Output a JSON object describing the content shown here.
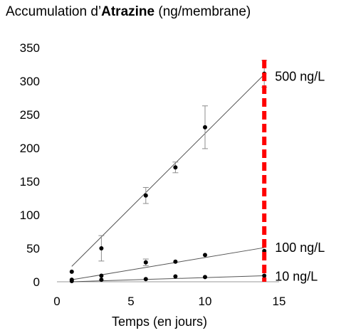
{
  "title": {
    "prefix": "Accumulation d’",
    "bold": "Atrazine",
    "suffix": " (ng/membrane)"
  },
  "colors": {
    "marker": "#000000",
    "trend": "#555555",
    "error_bar": "#8c8c8c",
    "axis": "#9a9a9a",
    "highlight": "#ff0000"
  },
  "chart_data": {
    "type": "scatter",
    "title": "Accumulation d’Atrazine (ng/membrane)",
    "xlabel": "Temps (en jours)",
    "ylabel": "",
    "xlim": [
      0,
      15
    ],
    "ylim": [
      0,
      350
    ],
    "x_ticks": [
      0,
      5,
      10,
      15
    ],
    "y_ticks": [
      0,
      50,
      100,
      150,
      200,
      250,
      300,
      350
    ],
    "grid": false,
    "legend": "none",
    "highlight_line": {
      "x": 14,
      "style": "dashed",
      "color": "#ff0000"
    },
    "series": [
      {
        "name": "500 ng/L",
        "x": [
          1,
          3,
          6,
          8,
          10,
          14
        ],
        "y": [
          15,
          50,
          129,
          171,
          231,
          311
        ],
        "error": [
          null,
          19,
          12,
          8,
          32,
          20
        ],
        "trend": {
          "from": [
            1,
            23
          ],
          "to": [
            14,
            310
          ]
        }
      },
      {
        "name": "100 ng/L",
        "x": [
          1,
          3,
          6,
          8,
          10,
          14
        ],
        "y": [
          3,
          9,
          29,
          30,
          40,
          46
        ],
        "error": [
          null,
          null,
          5,
          null,
          null,
          null
        ],
        "trend": {
          "from": [
            1,
            3
          ],
          "to": [
            14,
            51
          ]
        }
      },
      {
        "name": "10 ng/L",
        "x": [
          1,
          3,
          6,
          8,
          10,
          14
        ],
        "y": [
          1,
          3,
          4,
          8,
          7,
          9
        ],
        "error": [
          null,
          null,
          null,
          null,
          null,
          null
        ],
        "trend": {
          "from": [
            1,
            0
          ],
          "to": [
            14,
            9
          ]
        }
      }
    ]
  }
}
